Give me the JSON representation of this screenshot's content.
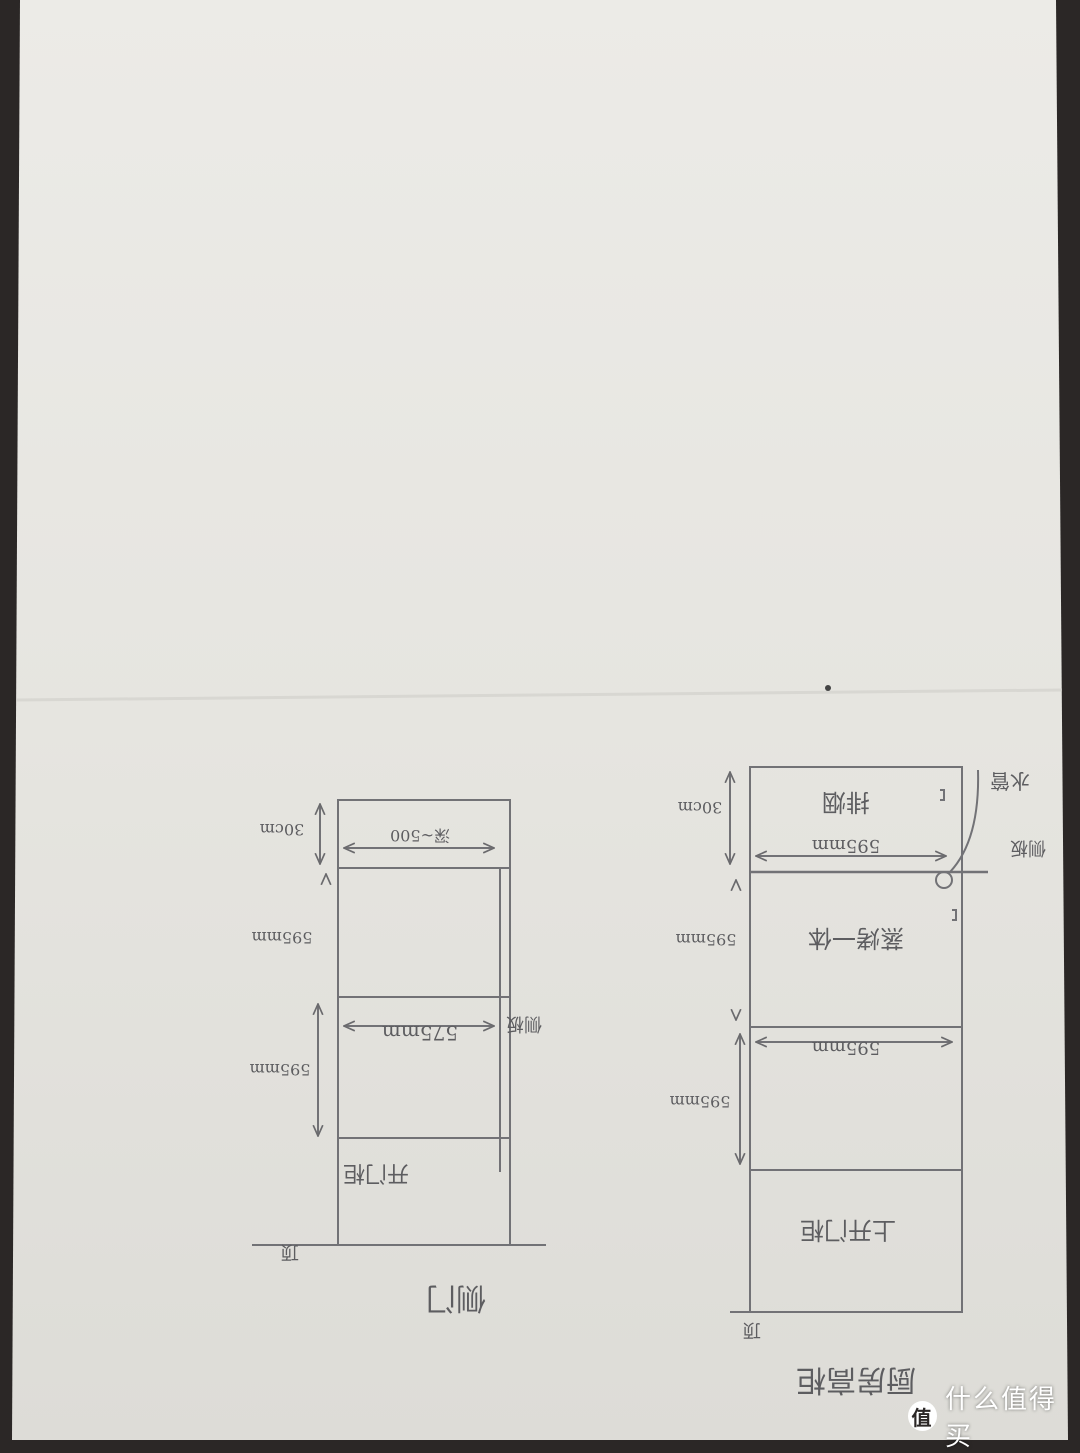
{
  "left_sketch": {
    "labels": {
      "top_height": "30cm",
      "top_width": "深~500",
      "mid_height": "595mm",
      "mid_width": "575mm",
      "side_panel": "侧板",
      "low_height": "595mm",
      "bottom_cabinet": "开门柜",
      "floor_mark": "顶",
      "caption": "侧门"
    }
  },
  "right_sketch": {
    "labels": {
      "top_height": "30cm",
      "top_compartment": "排烟",
      "top_width": "595mm",
      "water_pipe": "水管",
      "side_panel": "侧板",
      "upper_height": "595mm",
      "upper_compartment": "蒸烤一体",
      "mid_width": "595mm",
      "lower_height": "595mm",
      "bottom_cabinet": "上开门柜",
      "floor_mark": "顶",
      "caption": "厨房高柜"
    }
  },
  "watermark": {
    "icon": "值",
    "text": "什么值得买"
  }
}
